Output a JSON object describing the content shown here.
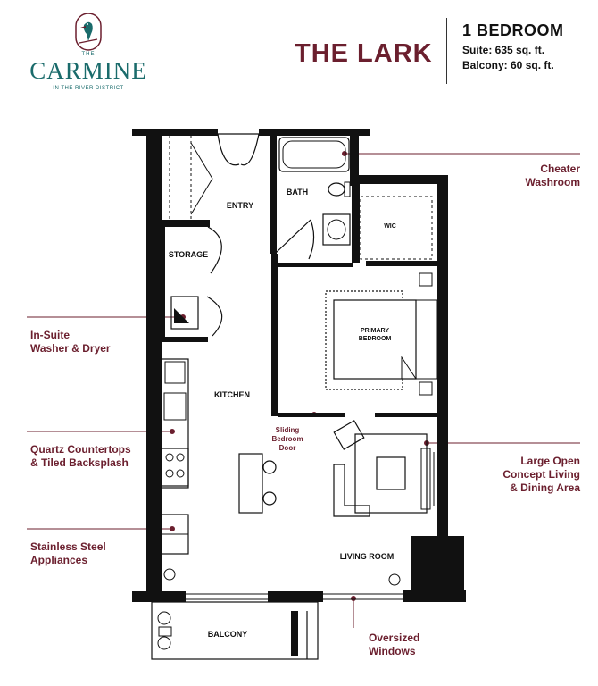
{
  "brand": {
    "the": "THE",
    "name": "CARMINE",
    "subtitle": "IN THE RIVER DISTRICT"
  },
  "plan_name": "THE LARK",
  "unit": {
    "type": "1 BEDROOM",
    "suite": "Suite: 635 sq. ft.",
    "balcony": "Balcony: 60 sq. ft."
  },
  "rooms": {
    "entry": "ENTRY",
    "bath": "BATH",
    "wic": "WIC",
    "storage": "STORAGE",
    "primary_bedroom_1": "PRIMARY",
    "primary_bedroom_2": "BEDROOM",
    "kitchen": "KITCHEN",
    "sliding_door_1": "Sliding",
    "sliding_door_2": "Bedroom",
    "sliding_door_3": "Door",
    "living_room": "LIVING ROOM",
    "balcony": "BALCONY"
  },
  "callouts": {
    "cheater_1": "Cheater",
    "cheater_2": "Washroom",
    "washer_1": "In-Suite",
    "washer_2": "Washer & Dryer",
    "quartz_1": "Quartz Countertops",
    "quartz_2": "& Tiled Backsplash",
    "steel_1": "Stainless Steel",
    "steel_2": "Appliances",
    "living_1": "Large Open",
    "living_2": "Concept Living",
    "living_3": "& Dining Area",
    "windows_1": "Oversized",
    "windows_2": "Windows"
  },
  "colors": {
    "accent": "#6b1f2e",
    "brand": "#1a6b6b",
    "wall": "#111111"
  },
  "icons": [
    "kingfisher-logo-icon"
  ]
}
